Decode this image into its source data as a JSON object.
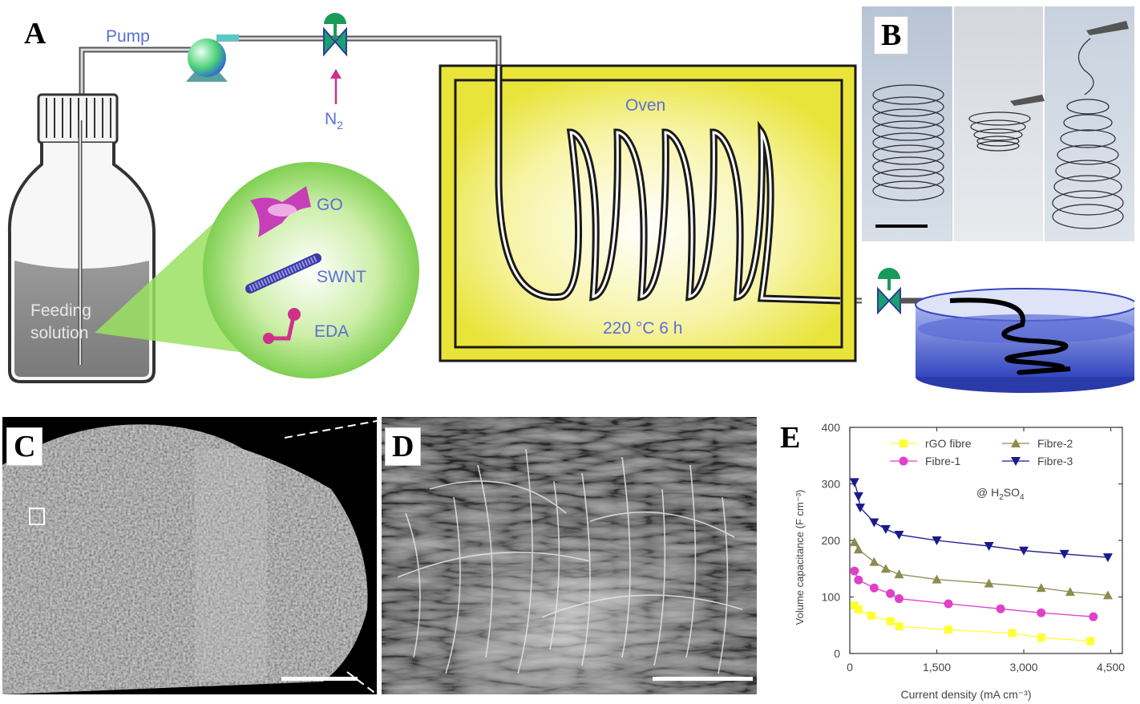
{
  "panels": {
    "a": "A",
    "b": "B",
    "c": "C",
    "d": "D",
    "e": "E"
  },
  "schematic": {
    "pump": "Pump",
    "n2_main": "N",
    "n2_sub": "2",
    "oven": "Oven",
    "oven_condition": "220 °C 6 h",
    "feeding_line1": "Feeding",
    "feeding_line2": "solution",
    "components": [
      "GO",
      "SWNT",
      "EDA"
    ]
  },
  "colors": {
    "oven_fill": "#f5f07a",
    "oven_border": "#1a1a1a",
    "solution": "#8f8f8f",
    "bath": "#4a5fd0",
    "bubble": "#7fd24a",
    "go": "#c63fb8",
    "label_blue": "#5a6fd6"
  },
  "chart_data": {
    "type": "line",
    "xlabel": "Current density (mA cm⁻³)",
    "ylabel": "Volume capacitance (F cm⁻³)",
    "xlim": [
      0,
      4700
    ],
    "ylim": [
      0,
      400
    ],
    "xticks": [
      0,
      1500,
      3000,
      4500
    ],
    "xtick_labels": [
      "0",
      "1,500",
      "3,000",
      "4,500"
    ],
    "yticks": [
      0,
      100,
      200,
      300,
      400
    ],
    "ytick_labels": [
      "0",
      "100",
      "200",
      "300",
      "400"
    ],
    "annotation_main": "@ H",
    "annotation_sub1": "2",
    "annotation_mid": "SO",
    "annotation_sub2": "4",
    "legend_position": "top",
    "series": [
      {
        "name": "rGO fibre",
        "color": "#ffff33",
        "marker": "square",
        "x": [
          80,
          150,
          370,
          700,
          850,
          1700,
          2800,
          3300,
          4150
        ],
        "y": [
          85,
          78,
          67,
          57,
          48,
          42,
          36,
          28,
          22
        ]
      },
      {
        "name": "Fibre-1",
        "color": "#e040c8",
        "marker": "circle",
        "x": [
          80,
          150,
          420,
          700,
          850,
          1700,
          2600,
          3300,
          4200
        ],
        "y": [
          146,
          130,
          116,
          106,
          97,
          88,
          79,
          72,
          65
        ]
      },
      {
        "name": "Fibre-2",
        "color": "#8c8c50",
        "marker": "triangle",
        "x": [
          80,
          150,
          420,
          620,
          850,
          1500,
          2400,
          3300,
          3800,
          4450
        ],
        "y": [
          197,
          184,
          162,
          150,
          140,
          131,
          124,
          116,
          109,
          103
        ]
      },
      {
        "name": "Fibre-3",
        "color": "#1a1a8c",
        "marker": "triangle-down",
        "x": [
          80,
          150,
          180,
          420,
          620,
          850,
          1500,
          2400,
          3000,
          3700,
          4450
        ],
        "y": [
          303,
          278,
          258,
          232,
          220,
          210,
          200,
          190,
          182,
          176,
          170
        ]
      }
    ]
  }
}
